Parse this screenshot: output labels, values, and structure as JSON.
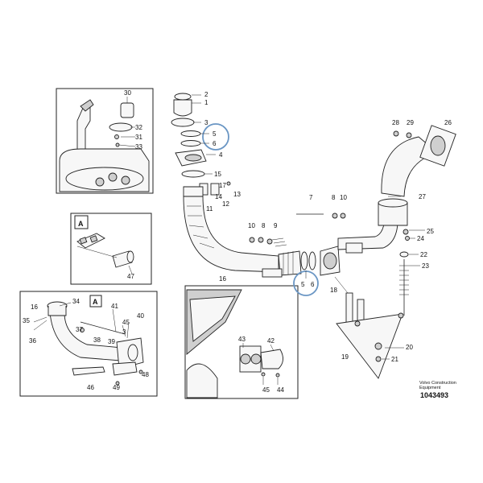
{
  "callouts": {
    "c1": "1",
    "c2": "2",
    "c3": "3",
    "c4": "4",
    "c5a": "5",
    "c5b": "5",
    "c6": "6",
    "c7": "7",
    "c8": "8",
    "c9": "9",
    "c10a": "10",
    "c10b": "10",
    "c11": "11",
    "c12": "12",
    "c13": "13",
    "c14": "14",
    "c15": "15",
    "c16a": "16",
    "c16b": "16",
    "c17": "17",
    "c18": "18",
    "c19": "19",
    "c20": "20",
    "c21": "21",
    "c22": "22",
    "c23": "23",
    "c24": "24",
    "c25": "25",
    "c26": "26",
    "c27": "27",
    "c28": "28",
    "c29": "29",
    "c30": "30",
    "c31": "31",
    "c32": "32",
    "c33": "33",
    "c34": "34",
    "c35": "35",
    "c36": "36",
    "c37": "37",
    "c38": "38",
    "c39": "39",
    "c40": "40",
    "c41": "41",
    "c42": "42",
    "c43": "43",
    "c44": "44",
    "c45": "45",
    "c46": "46",
    "c47": "47",
    "c48": "48",
    "c49": "49"
  },
  "detail_letters": {
    "a1": "A",
    "a2": "A"
  },
  "footer": {
    "brand_line1": "Volvo Construction",
    "brand_line2": "Equipment",
    "figure_number": "1043493"
  },
  "colors": {
    "highlight": "#6a96c4",
    "line": "#222222"
  }
}
